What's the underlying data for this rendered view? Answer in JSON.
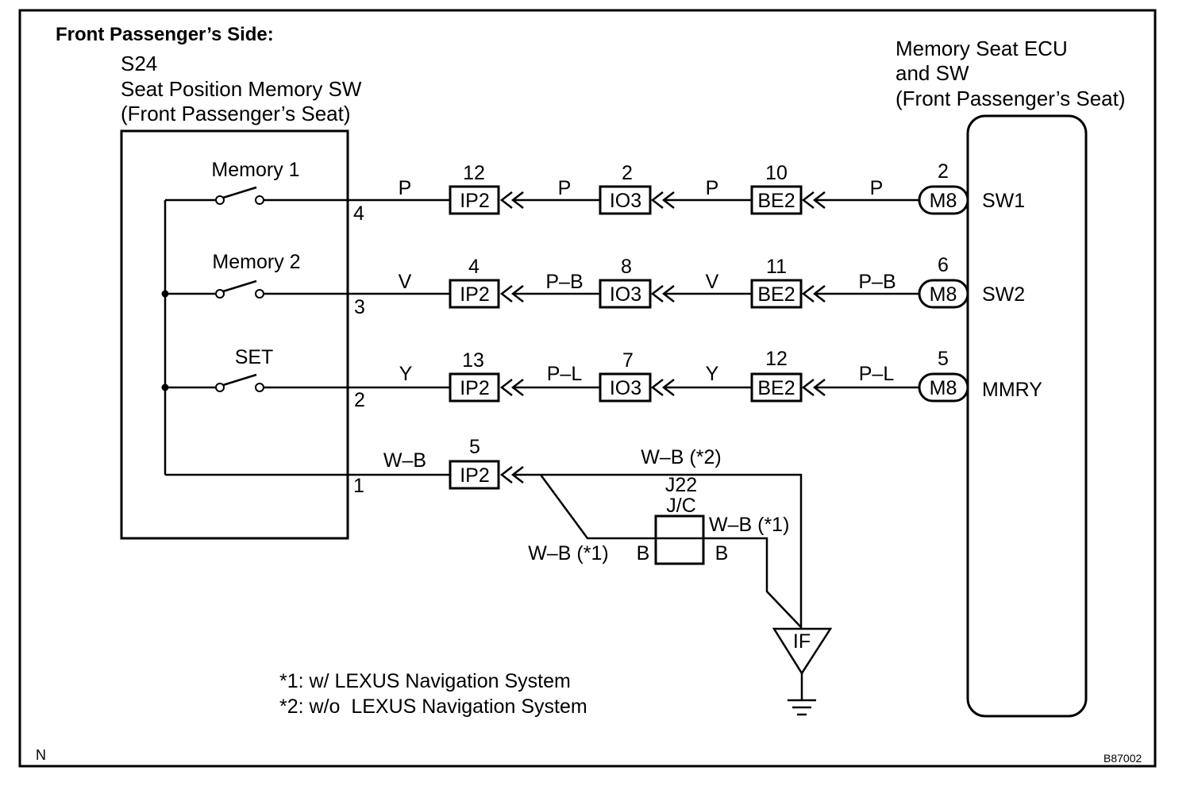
{
  "title": "Front Passenger’s Side:",
  "memory_switch": {
    "code": "S24",
    "name": "Seat Position Memory SW",
    "location": "(Front Passenger’s Seat)"
  },
  "ecu": {
    "name_line1": "Memory Seat ECU",
    "name_line2": "and SW",
    "location": "(Front Passenger’s Seat)"
  },
  "circuits": [
    {
      "switch_label": "Memory 1",
      "switch_pin": "4",
      "wire_colors": [
        "P",
        "P",
        "P",
        "P"
      ],
      "connectors": [
        {
          "name": "IP2",
          "pin": "12"
        },
        {
          "name": "IO3",
          "pin": "2"
        },
        {
          "name": "BE2",
          "pin": "10"
        },
        {
          "name": "M8",
          "pin": "2"
        }
      ],
      "ecu_terminal": "SW1"
    },
    {
      "switch_label": "Memory 2",
      "switch_pin": "3",
      "wire_colors": [
        "V",
        "P–B",
        "V",
        "P–B"
      ],
      "connectors": [
        {
          "name": "IP2",
          "pin": "4"
        },
        {
          "name": "IO3",
          "pin": "8"
        },
        {
          "name": "BE2",
          "pin": "11"
        },
        {
          "name": "M8",
          "pin": "6"
        }
      ],
      "ecu_terminal": "SW2"
    },
    {
      "switch_label": "SET",
      "switch_pin": "2",
      "wire_colors": [
        "Y",
        "P–L",
        "Y",
        "P–L"
      ],
      "connectors": [
        {
          "name": "IP2",
          "pin": "13"
        },
        {
          "name": "IO3",
          "pin": "7"
        },
        {
          "name": "BE2",
          "pin": "12"
        },
        {
          "name": "M8",
          "pin": "5"
        }
      ],
      "ecu_terminal": "MMRY"
    }
  ],
  "ground_circuit": {
    "switch_pin": "1",
    "wire_color": "W–B",
    "connector": {
      "name": "IP2",
      "pin": "5"
    },
    "wire_without_nav": "W–B (*2)",
    "wire_with_nav_in": "W–B (*1)",
    "wire_with_nav_out": "W–B (*1)",
    "junction": {
      "code": "J22",
      "type": "J/C",
      "pin_in": "B",
      "pin_out": "B"
    },
    "ground_point": "IF"
  },
  "footnotes": [
    "*1: w/ LEXUS Navigation System",
    "*2: w/o  LEXUS Navigation System"
  ],
  "corner_mark": "N",
  "figure_code": "B87002"
}
